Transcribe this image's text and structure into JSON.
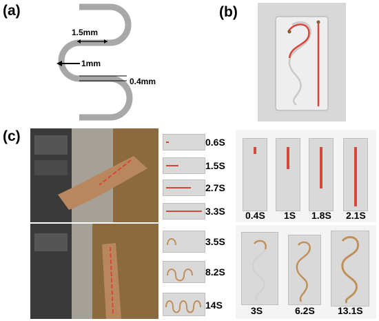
{
  "panels": {
    "a": "(a)",
    "b": "(b)",
    "c": "(c)"
  },
  "schematic": {
    "width_label": "1.5mm",
    "gap_label": "1mm",
    "thickness_label": "0.4mm"
  },
  "strips": {
    "labels": [
      "0.6S",
      "1.5S",
      "2.7S",
      "3.3S",
      "3.5S",
      "8.2S",
      "14S"
    ]
  },
  "vertical": {
    "labels": [
      "0.4S",
      "1S",
      "1.8S",
      "2.1S"
    ]
  },
  "serpentine": {
    "labels": [
      "3S",
      "6.2S",
      "13.1S"
    ]
  },
  "colors": {
    "channel_gray": "#a8a8a8",
    "liquid_red": "#d8453a",
    "glass": "#e9e9e9"
  }
}
